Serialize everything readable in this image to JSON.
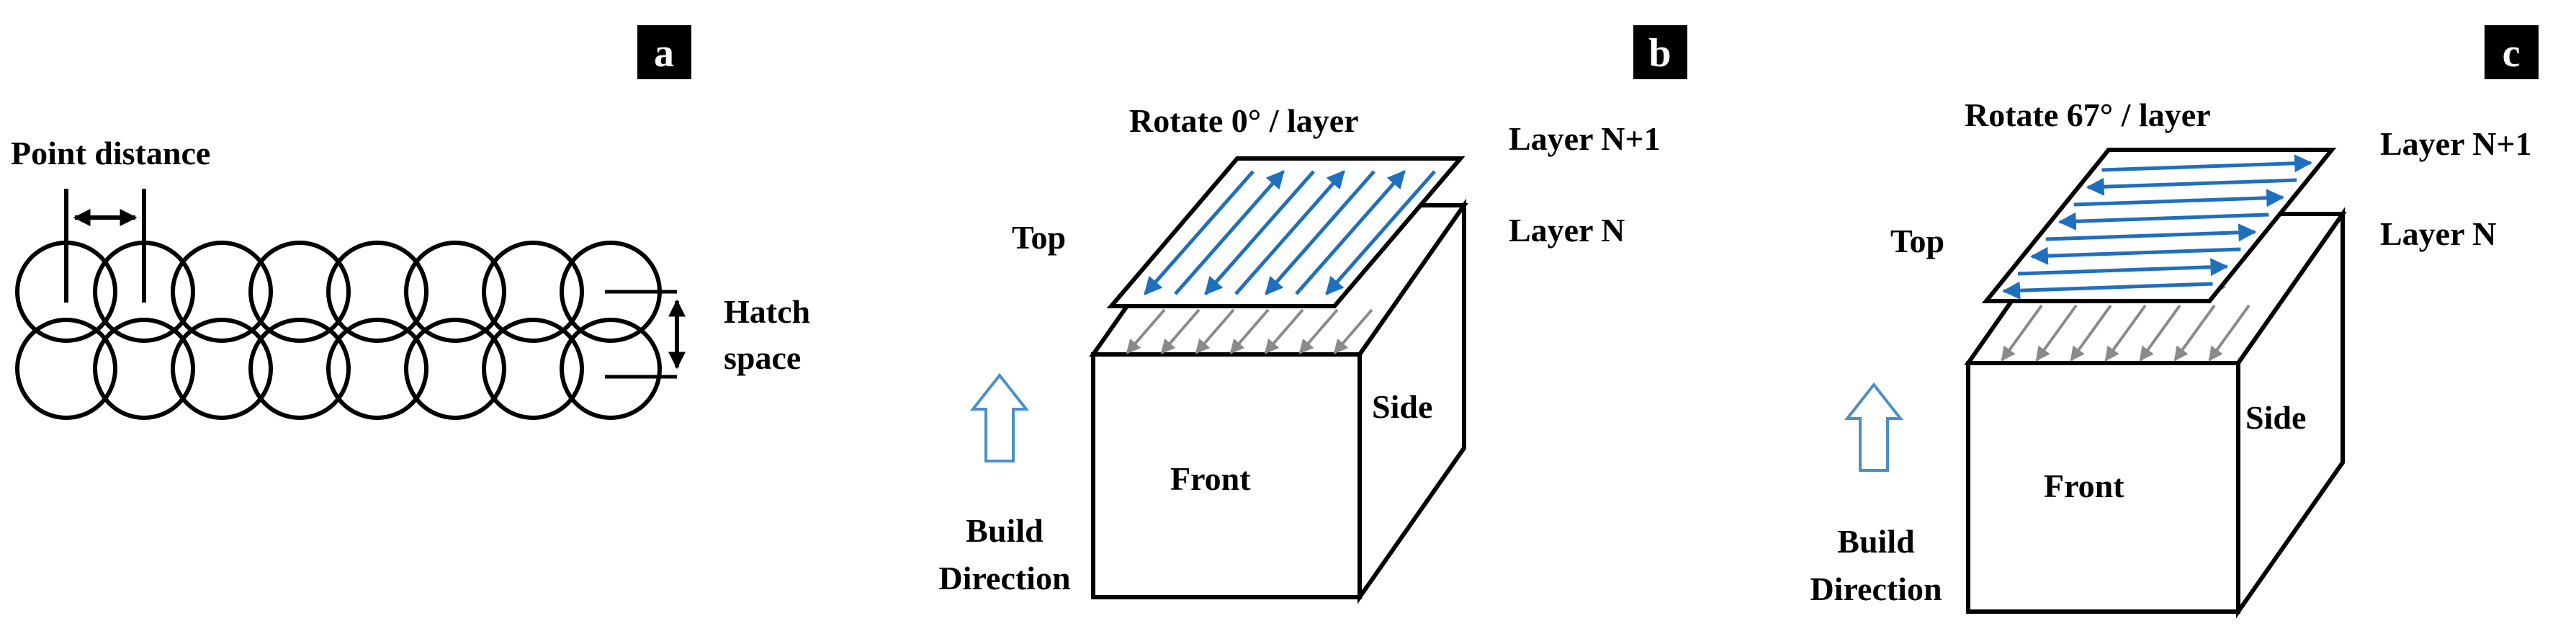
{
  "panels": {
    "a": {
      "badge": "a",
      "point_distance": "Point distance",
      "hatch_line1": "Hatch",
      "hatch_line2": "space"
    },
    "b": {
      "badge": "b",
      "rotate": "Rotate 0°  / layer",
      "layer_n1": "Layer N+1",
      "layer_n": "Layer N",
      "top": "Top",
      "side": "Side",
      "front": "Front",
      "build_line1": "Build",
      "build_line2": "Direction"
    },
    "c": {
      "badge": "c",
      "rotate": "Rotate 67°  / layer",
      "layer_n1": "Layer N+1",
      "layer_n": "Layer N",
      "top": "Top",
      "side": "Side",
      "front": "Front",
      "build_line1": "Build",
      "build_line2": "Direction"
    }
  },
  "colors": {
    "scan_blue": "#1f6fbf",
    "scan_gray": "#8a8a8a",
    "arrow_outline": "#4a90c8",
    "ink": "#000000"
  }
}
